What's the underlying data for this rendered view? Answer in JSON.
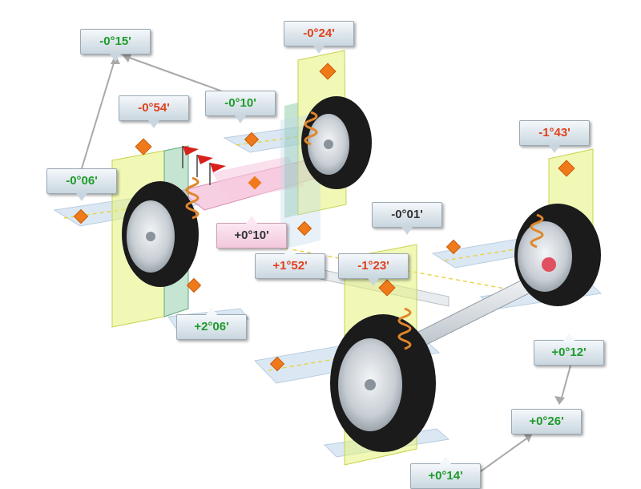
{
  "colors": {
    "positive_text": "#1e9b2a",
    "negative_text": "#e0401c",
    "neutral_text": "#333333",
    "plane_yellow": "#e6f27a",
    "plane_blue": "#bcd6ea",
    "marker_orange": "#f07a1a",
    "spring": "#e0862a",
    "flag_red": "#d8201c",
    "tire": "#1b1b1b",
    "rim": "#d8dde2"
  },
  "labels": {
    "top_left": "-0°15'",
    "front_left_camber": "-0°54'",
    "front_left_toe": "-0°06'",
    "front_right_toe": "-0°10'",
    "front_right_camber": "-0°24'",
    "front_center": "+0°10'",
    "front_left_caster": "+2°06'",
    "front_right_caster": "+1°52'",
    "rear_center": "-0°01'",
    "rear_left_camber": "-1°23'",
    "rear_right_camber": "-1°43'",
    "rear_right_toe": "+0°12'",
    "rear_total_toe": "+0°26'",
    "rear_left_toe": "+0°14'"
  }
}
